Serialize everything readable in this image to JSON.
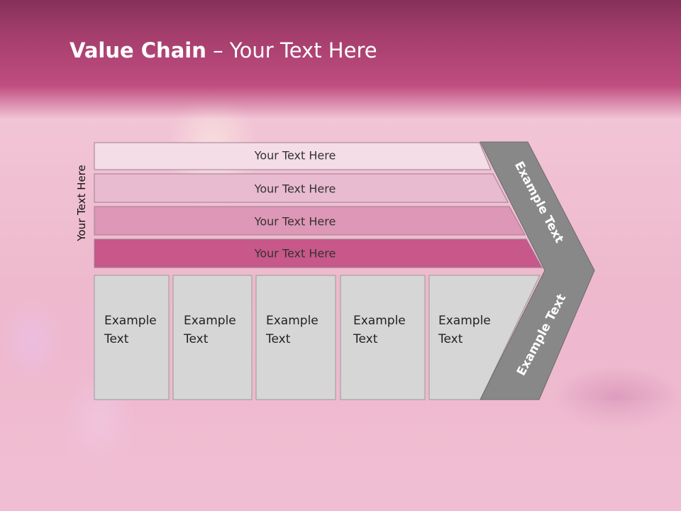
{
  "slide": {
    "title_bold": "Value Chain",
    "title_rest": " – Your Text Here",
    "side_label": "Your Text Here"
  },
  "bars": [
    {
      "label": "Your Text Here",
      "color": "#f4dde7"
    },
    {
      "label": "Your Text Here",
      "color": "#e9bbd0"
    },
    {
      "label": "Your Text Here",
      "color": "#de97b6"
    },
    {
      "label": "Your Text Here",
      "color": "#c8578a"
    }
  ],
  "boxes": [
    {
      "label": "Example\nText"
    },
    {
      "label": "Example\nText"
    },
    {
      "label": "Example\nText"
    },
    {
      "label": "Example\nText"
    },
    {
      "label": "Example\nText"
    }
  ],
  "arrow": {
    "upper_label": "Example Text",
    "lower_label": "Example Text",
    "color": "#888888"
  },
  "colors": {
    "box_fill": "#d6d6d6",
    "header": "#b3457a"
  }
}
